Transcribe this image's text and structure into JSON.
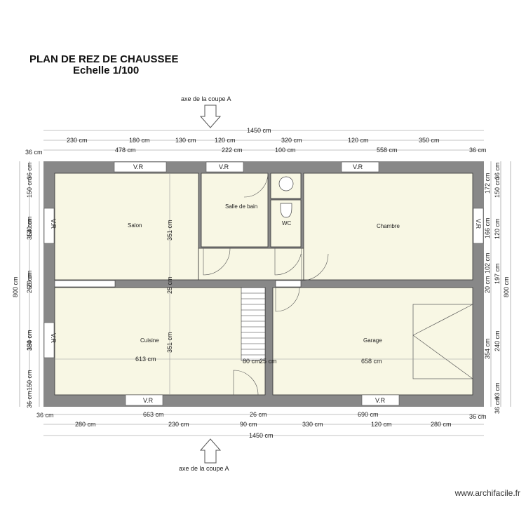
{
  "header": {
    "title": "PLAN DE REZ DE CHAUSSEE",
    "scale": "Echelle 1/100"
  },
  "section_axis": {
    "top": "axe de la coupe A",
    "bottom": "axe de la coupe A"
  },
  "rooms": {
    "salon": "Salon",
    "salle_de_bain": "Salle de bain",
    "wc": "WC",
    "chambre": "Chambre",
    "cuisine": "Cuisine",
    "garage": "Garage"
  },
  "windows": {
    "top_salon": "V.R",
    "top_bath": "V.R",
    "top_chambre": "V.R",
    "left_salon": "V.R",
    "left_cuisine": "V.R",
    "right_chambre": "V.R",
    "bottom_cuisine": "V.R",
    "bottom_garage": "V.R"
  },
  "dims_top": {
    "total": "1450 cm",
    "row1": [
      "230 cm",
      "180 cm",
      "130 cm",
      "120 cm",
      "320 cm",
      "120 cm",
      "350 cm"
    ],
    "row2_left": "36 cm",
    "row2": [
      "478 cm",
      "222 cm",
      "100 cm",
      "558 cm"
    ],
    "row2_right": "36 cm"
  },
  "dims_bottom": {
    "row1": [
      "36 cm",
      "663 cm",
      "26 cm",
      "690 cm",
      "36 cm"
    ],
    "row2": [
      "280 cm",
      "230 cm",
      "90 cm",
      "330 cm",
      "120 cm",
      "280 cm"
    ],
    "total": "1450 cm"
  },
  "dims_left": {
    "total": "800 cm",
    "outer": [
      "36 cm",
      "150 cm",
      "120 cm",
      "260 cm",
      "120 cm",
      "150 cm",
      "36 cm"
    ],
    "inner": [
      "354 cm",
      "20 cm",
      "354 cm"
    ]
  },
  "dims_right": {
    "total": "800 cm",
    "outer": [
      "36 cm",
      "150 cm",
      "120 cm",
      "197 cm",
      "240 cm",
      "93 cm",
      "36 cm"
    ],
    "inner": [
      "172 cm",
      "166 cm",
      "102 cm",
      "20 cm",
      "354 cm"
    ]
  },
  "dims_interior": {
    "salon_height": "351 cm",
    "cuisine_height": "351 cm",
    "hall_wall": "25 cm",
    "cuisine_width": "613 cm",
    "stair_width": "80 cm",
    "stair_wall": "25 cm",
    "garage_width": "658 cm"
  },
  "footer": {
    "brand": "www.archifacile.fr"
  }
}
